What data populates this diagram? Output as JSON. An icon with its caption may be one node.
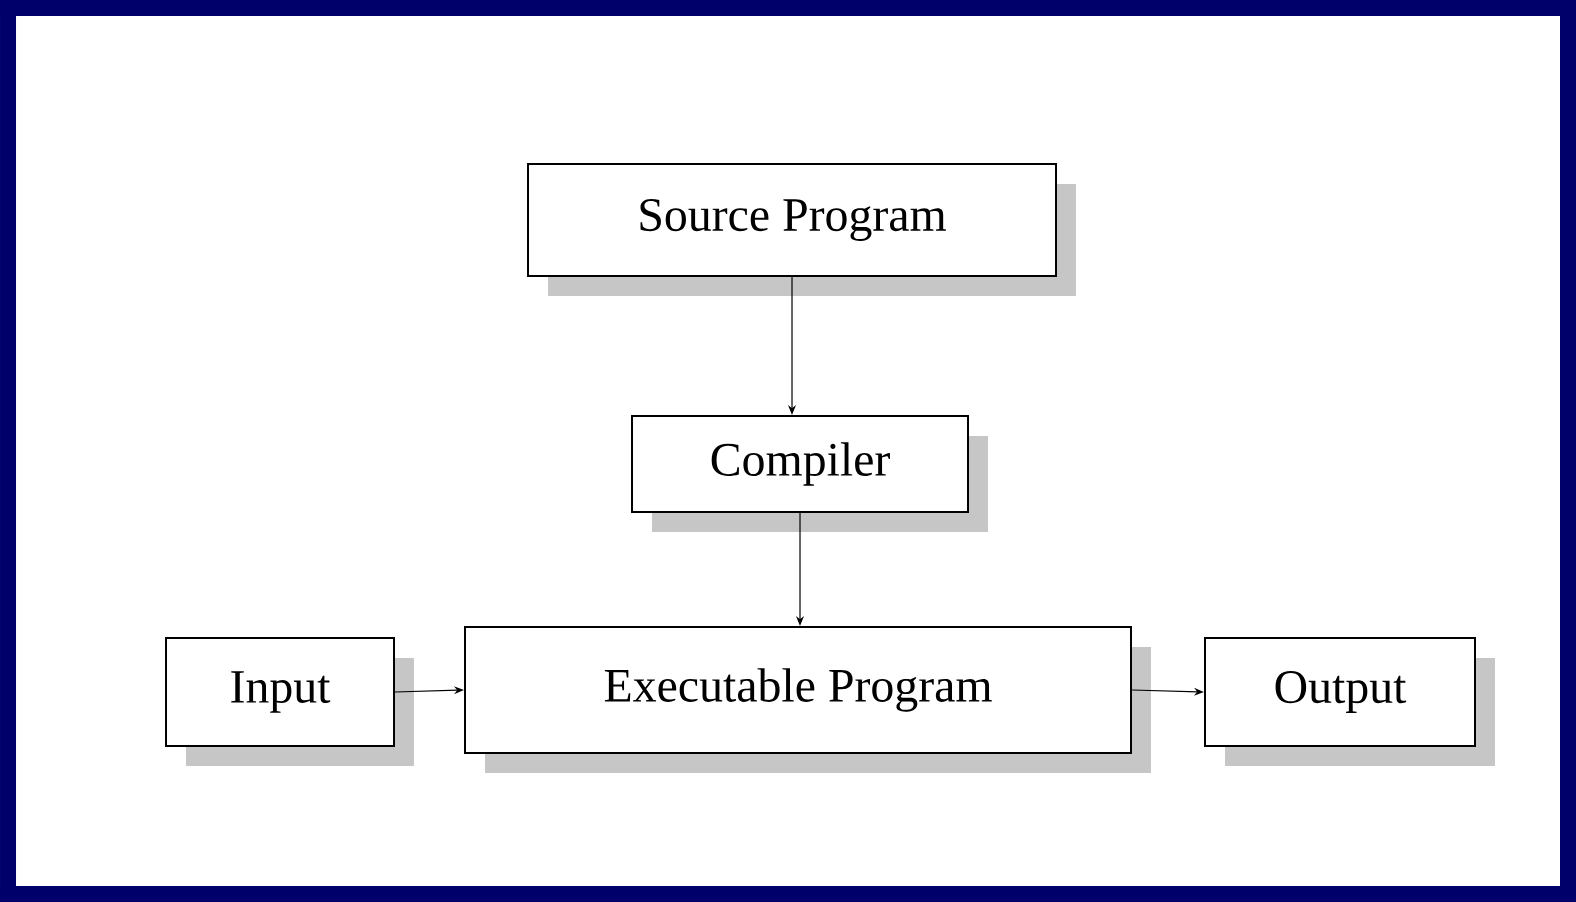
{
  "diagram": {
    "nodes": [
      {
        "text": [
          "Source Program"
        ]
      },
      {
        "text": [
          "Compiler"
        ]
      },
      {
        "text": [
          "Executable Program"
        ]
      },
      {
        "text": [
          "Input"
        ]
      },
      {
        "text": [
          "Output"
        ]
      }
    ],
    "edges": [
      {
        "from": 0,
        "to": 1,
        "arrow": "to"
      },
      {
        "from": 1,
        "to": 2,
        "arrow": "to"
      },
      {
        "from": 3,
        "to": 2,
        "arrow": "to"
      },
      {
        "from": 2,
        "to": 4,
        "arrow": "to"
      }
    ]
  }
}
